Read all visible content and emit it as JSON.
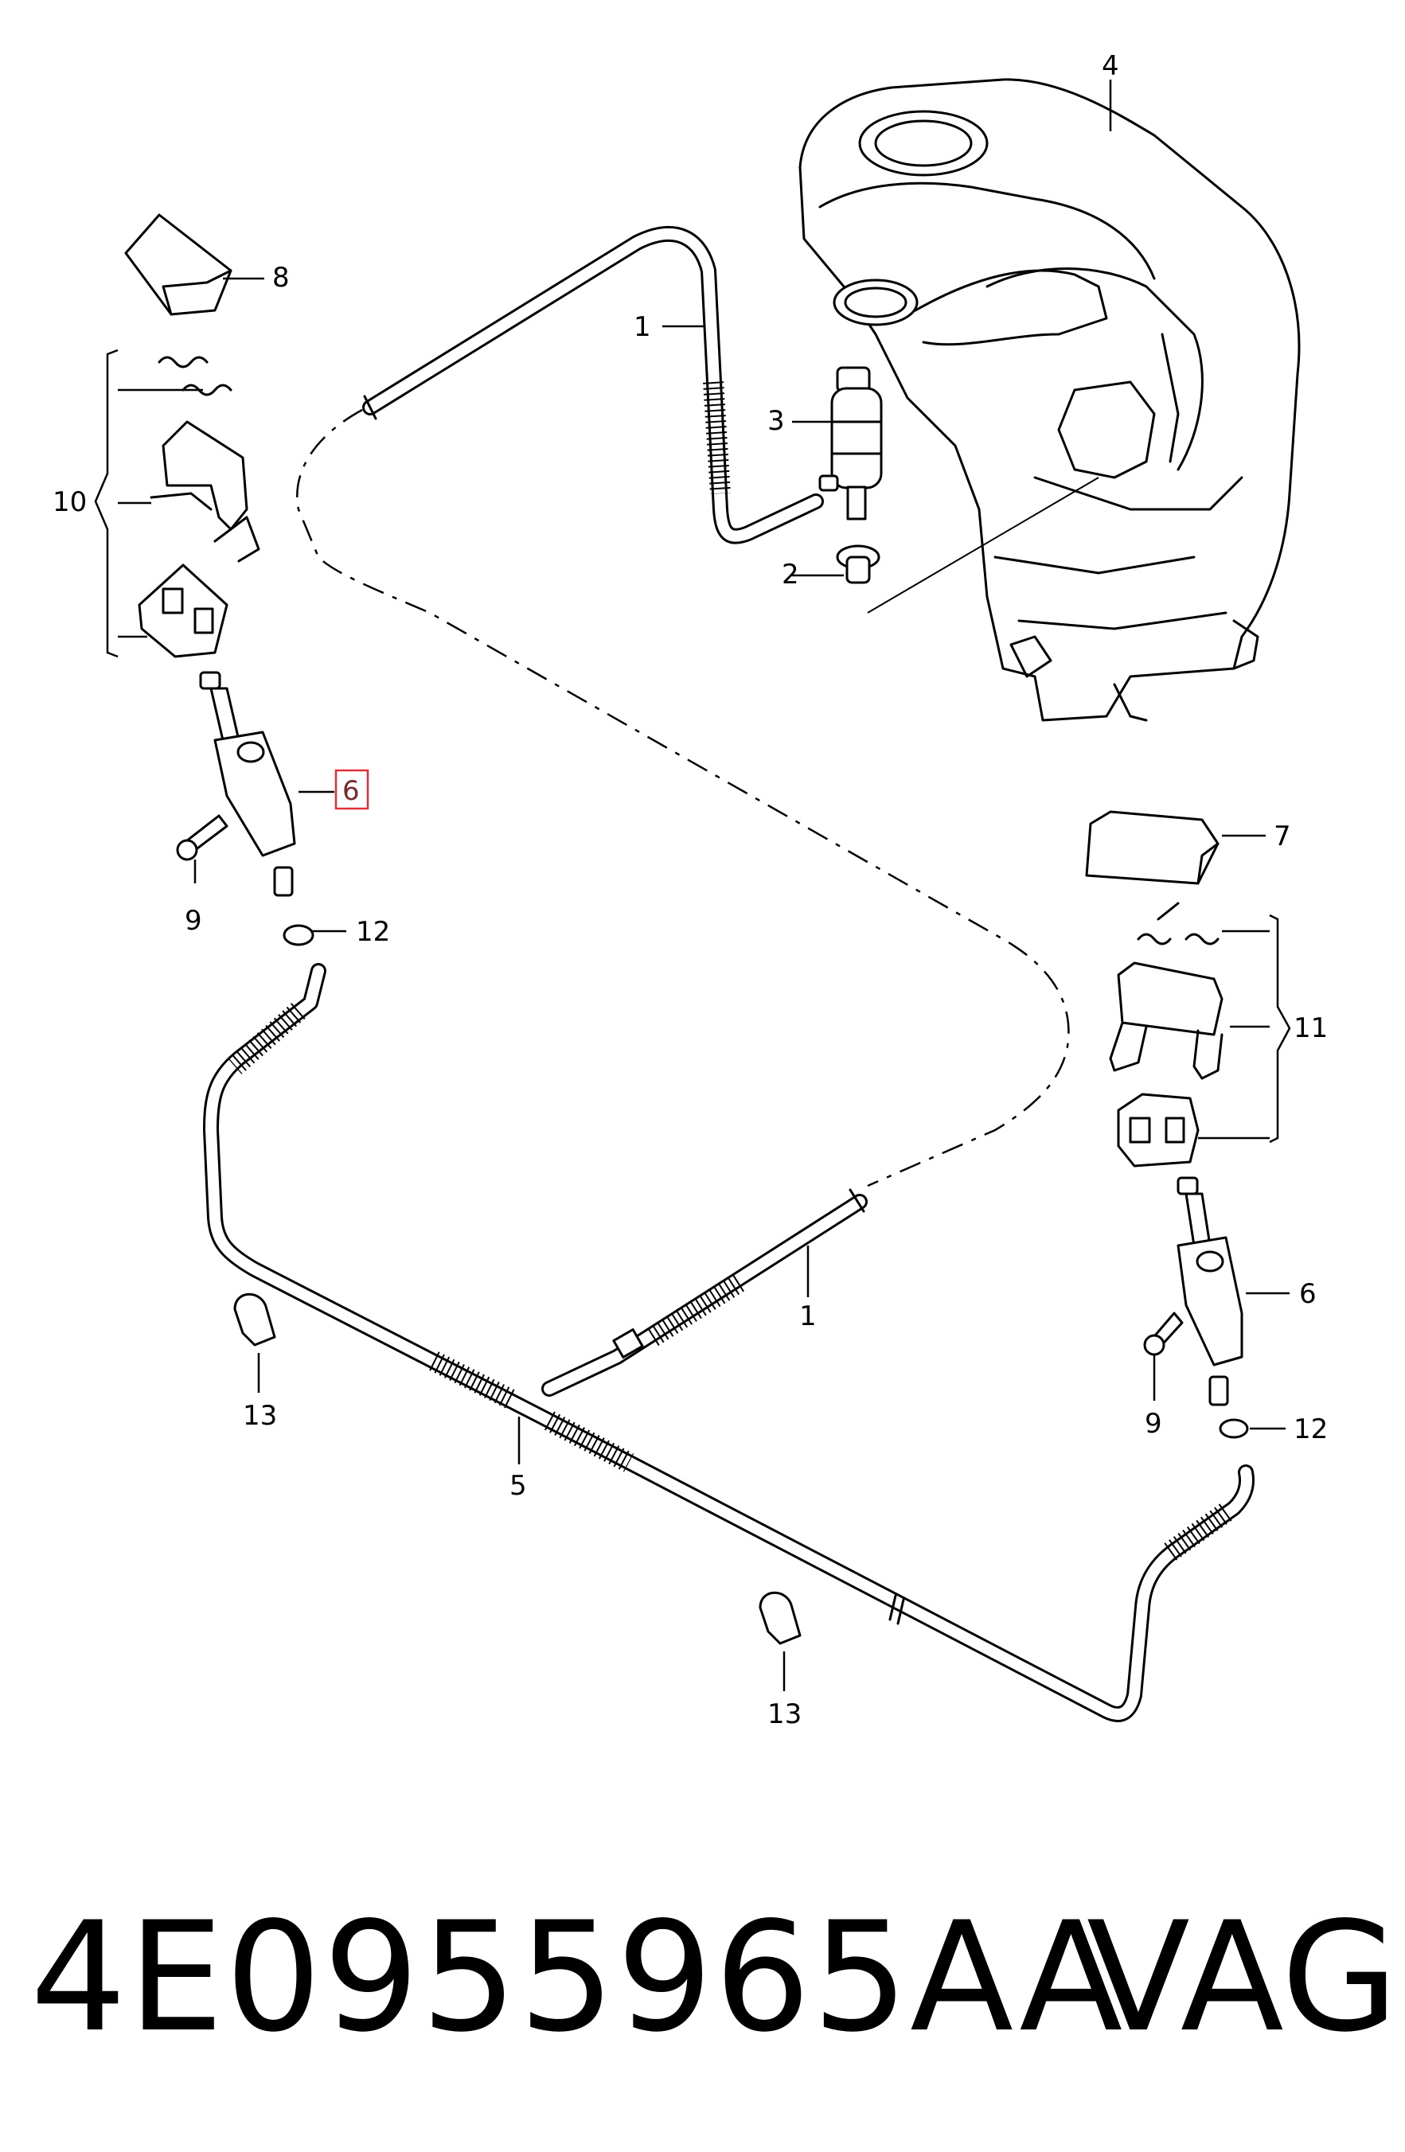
{
  "callouts": {
    "c1_top": "1",
    "c1_bottom": "1",
    "c2": "2",
    "c3": "3",
    "c4": "4",
    "c5": "5",
    "c6_left": "6",
    "c6_right": "6",
    "c7": "7",
    "c8": "8",
    "c9_left": "9",
    "c9_right": "9",
    "c10": "10",
    "c11": "11",
    "c12_left": "12",
    "c12_right": "12",
    "c13_left": "13",
    "c13_right": "13"
  },
  "highlight_color": "#e0303a",
  "footer": {
    "part_number": "4E0955965AA",
    "brand": "VAG"
  },
  "icons": [
    "washer-reservoir",
    "washer-pump",
    "grommet",
    "hose",
    "headlamp-washer-nozzle",
    "cover-cap",
    "spring",
    "bracket",
    "screw",
    "o-ring",
    "hose-clip"
  ]
}
